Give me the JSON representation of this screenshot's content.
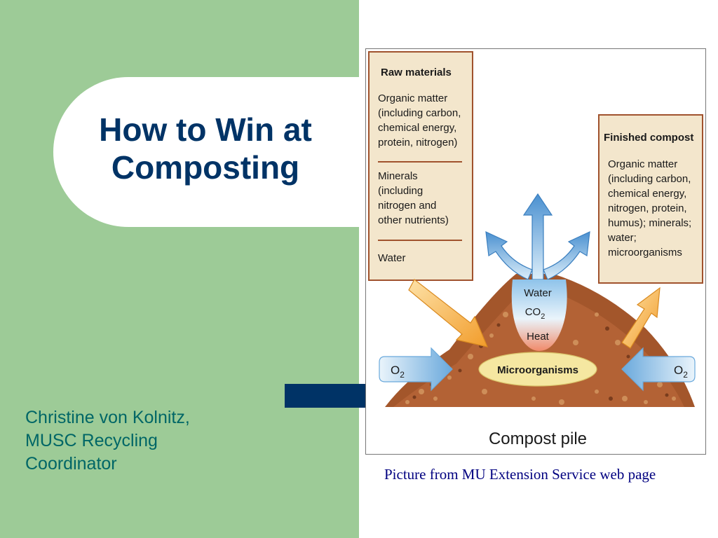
{
  "slide": {
    "title": "How to Win at\nComposting",
    "author": "Christine von Kolnitz,\nMUSC Recycling\nCoordinator",
    "caption": "Picture from MU Extension Service web page"
  },
  "diagram": {
    "raw_heading": "Raw materials",
    "raw_organic": [
      "Organic matter",
      "(including carbon,",
      "chemical energy,",
      "protein, nitrogen)"
    ],
    "raw_minerals": [
      "Minerals",
      "(including",
      "nitrogen and",
      "other nutrients)"
    ],
    "raw_water": "Water",
    "finished_heading": "Finished compost",
    "finished_body": [
      "Organic matter",
      "(including carbon,",
      "chemical energy,",
      "nitrogen, protein,",
      "humus); minerals;",
      "water;",
      "microorganisms"
    ],
    "center_water": "Water",
    "center_co": "CO",
    "center_sub": "2",
    "center_heat": "Heat",
    "o_letter": "O",
    "o_sub": "2",
    "microorganisms": "Microorganisms",
    "pile_label": "Compost pile"
  },
  "colors": {
    "panel_green": "#9dcb97",
    "title_navy": "#003366",
    "author_teal": "#006666",
    "caption_navy": "#000080",
    "box_border": "#a0522d",
    "box_fill": "#f3e6cc",
    "soil": "#a3562b",
    "arrow_blue": "#7fb8e0",
    "arrow_orange": "#f2a53a"
  }
}
